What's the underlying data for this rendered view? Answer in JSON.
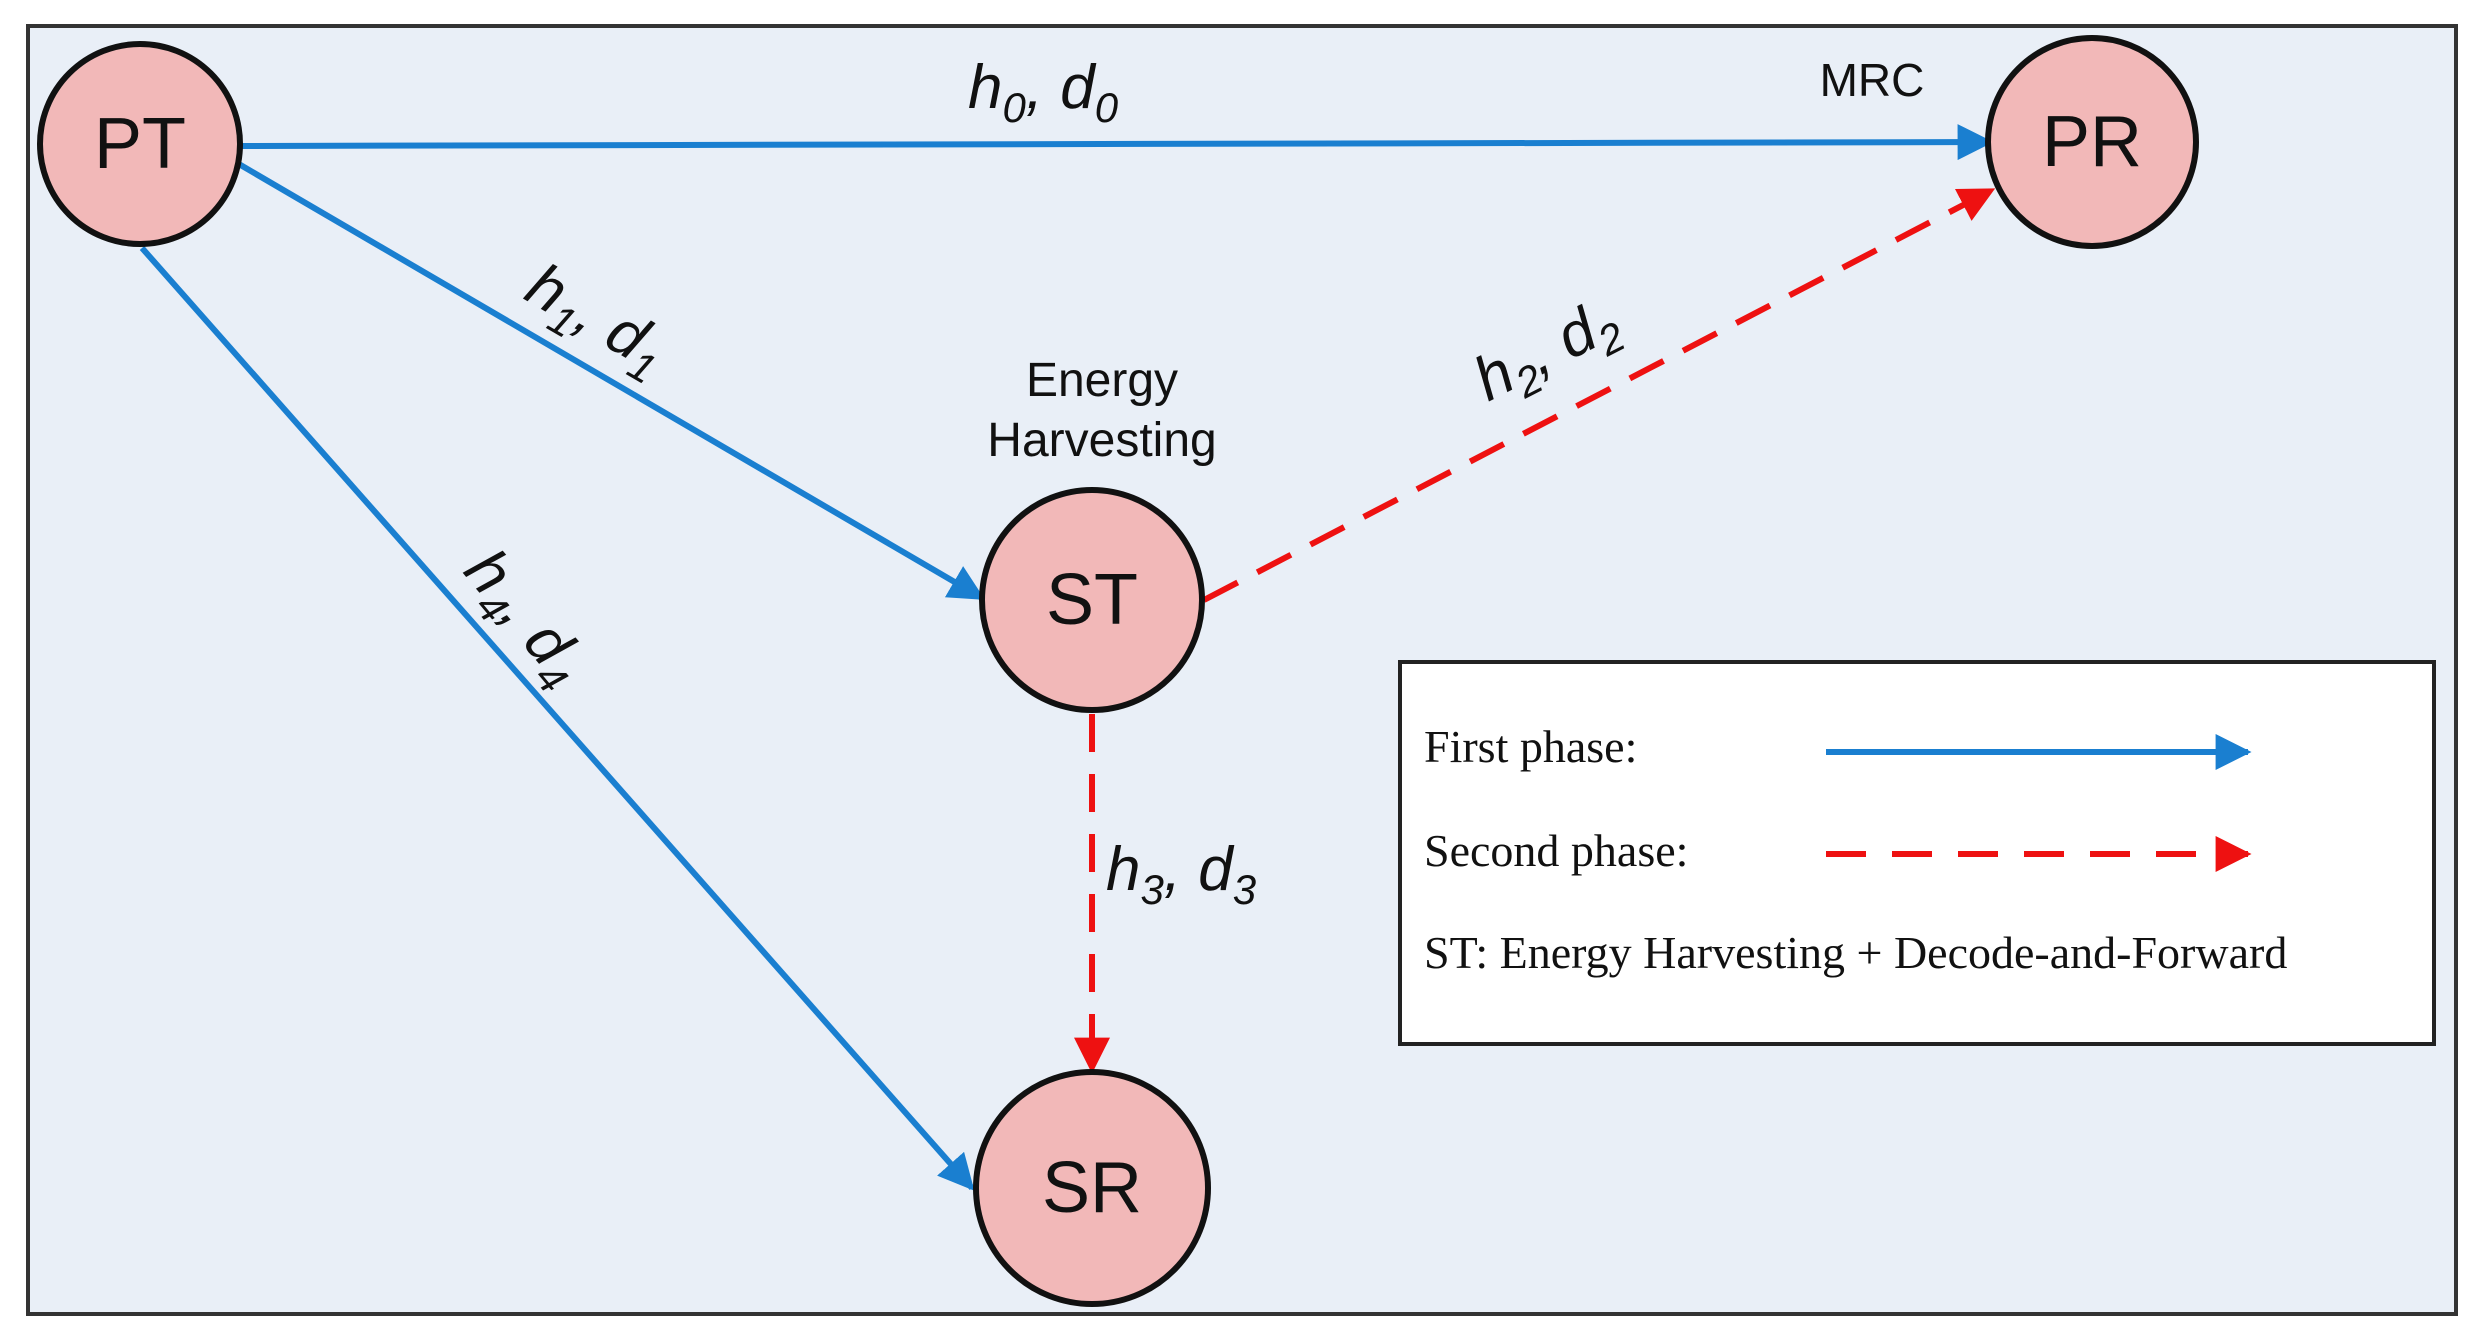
{
  "colors": {
    "background": "#e9eff7",
    "border": "#333333",
    "node_fill": "#f2b8b8",
    "node_stroke": "#111111",
    "first_phase": "#1a7fd0",
    "second_phase": "#ee1111",
    "legend_fill": "#ffffff"
  },
  "nodes": {
    "pt": "PT",
    "pr": "PR",
    "st": "ST",
    "sr": "SR"
  },
  "annotations": {
    "mrc": "MRC",
    "energy_line1": "Energy",
    "energy_line2": "Harvesting"
  },
  "edges": {
    "pt_pr": {
      "h": "h",
      "h_sub": "0",
      "d": "d",
      "d_sub": "0"
    },
    "pt_st": {
      "h": "h",
      "h_sub": "1",
      "d": "d",
      "d_sub": "1"
    },
    "st_pr": {
      "h": "h",
      "h_sub": "2",
      "d": "d",
      "d_sub": "2"
    },
    "st_sr": {
      "h": "h",
      "h_sub": "3",
      "d": "d",
      "d_sub": "3"
    },
    "pt_sr": {
      "h": "h",
      "h_sub": "4",
      "d": "d",
      "d_sub": "4"
    }
  },
  "legend": {
    "first_phase": "First phase:",
    "second_phase": "Second phase:",
    "st_note": "ST: Energy Harvesting + Decode-and-Forward"
  }
}
